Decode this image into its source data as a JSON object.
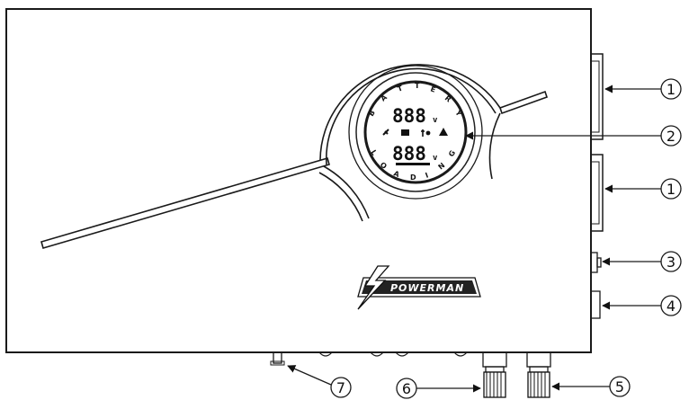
{
  "device": {
    "brand_logo": "POWERMAN",
    "lcd": {
      "top_reading": "888",
      "bottom_reading": "888",
      "unit": "v",
      "ring_top": [
        "B",
        "A",
        "T",
        "T",
        "E",
        "R",
        "Y"
      ],
      "ring_bottom": [
        "L",
        "O",
        "A",
        "D",
        "I",
        "N",
        "G"
      ]
    }
  },
  "callouts": [
    {
      "id": "c1a",
      "label": "1"
    },
    {
      "id": "c2",
      "label": "2"
    },
    {
      "id": "c1b",
      "label": "1"
    },
    {
      "id": "c3",
      "label": "3"
    },
    {
      "id": "c4",
      "label": "4"
    },
    {
      "id": "c5",
      "label": "5"
    },
    {
      "id": "c6",
      "label": "6"
    },
    {
      "id": "c7",
      "label": "7"
    }
  ]
}
